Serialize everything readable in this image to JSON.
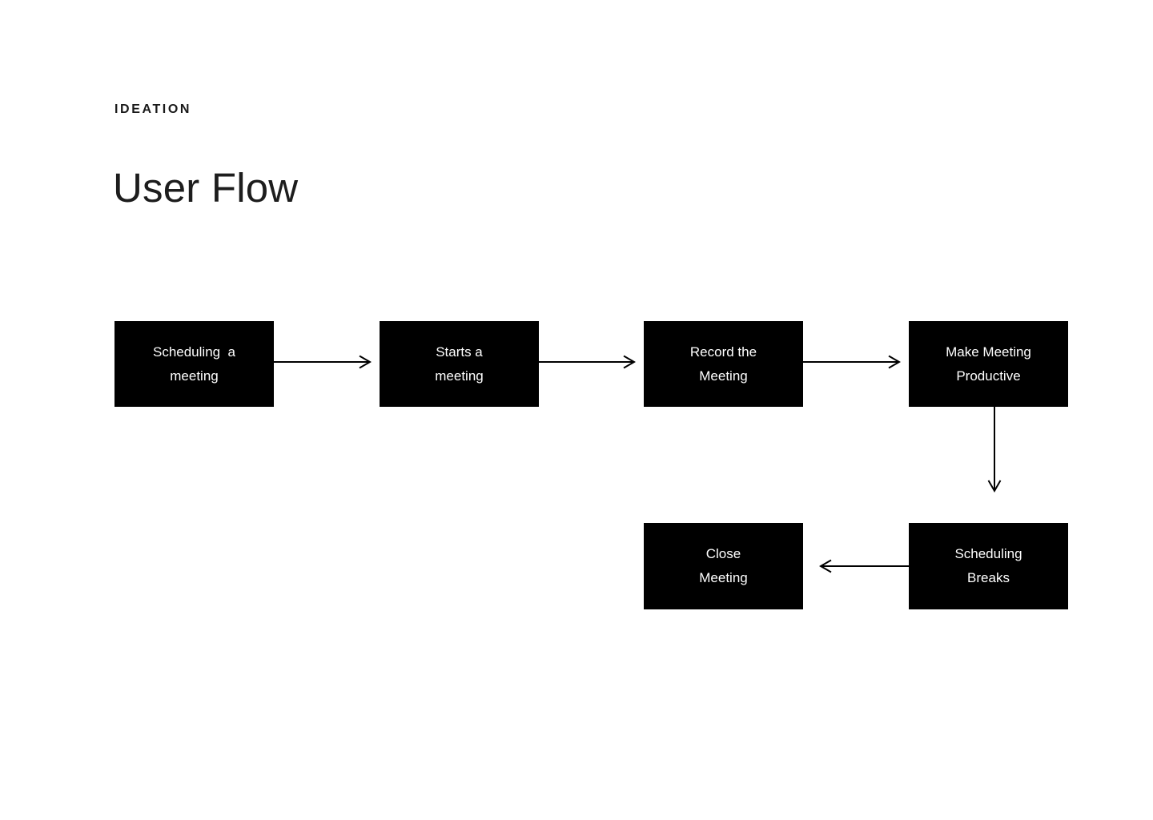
{
  "page": {
    "eyebrow": "IDEATION",
    "title": "User Flow"
  },
  "flow": {
    "nodes": [
      {
        "id": "scheduling-a-meeting",
        "label": "Scheduling  a\nmeeting"
      },
      {
        "id": "starts-a-meeting",
        "label": "Starts a\nmeeting"
      },
      {
        "id": "record-the-meeting",
        "label": "Record the\nMeeting"
      },
      {
        "id": "make-meeting-productive",
        "label": "Make Meeting\nProductive"
      },
      {
        "id": "close-meeting",
        "label": "Close\nMeeting"
      },
      {
        "id": "scheduling-breaks",
        "label": "Scheduling\nBreaks"
      }
    ],
    "edges": [
      {
        "from": "scheduling-a-meeting",
        "to": "starts-a-meeting",
        "direction": "right"
      },
      {
        "from": "starts-a-meeting",
        "to": "record-the-meeting",
        "direction": "right"
      },
      {
        "from": "record-the-meeting",
        "to": "make-meeting-productive",
        "direction": "right"
      },
      {
        "from": "make-meeting-productive",
        "to": "scheduling-breaks",
        "direction": "down"
      },
      {
        "from": "scheduling-breaks",
        "to": "close-meeting",
        "direction": "left"
      }
    ]
  },
  "colors": {
    "background": "#ffffff",
    "node_fill": "#000000",
    "node_text": "#ffffff",
    "arrow": "#000000",
    "eyebrow_text": "#1a1a1a",
    "title_text": "#1d1d1d"
  }
}
